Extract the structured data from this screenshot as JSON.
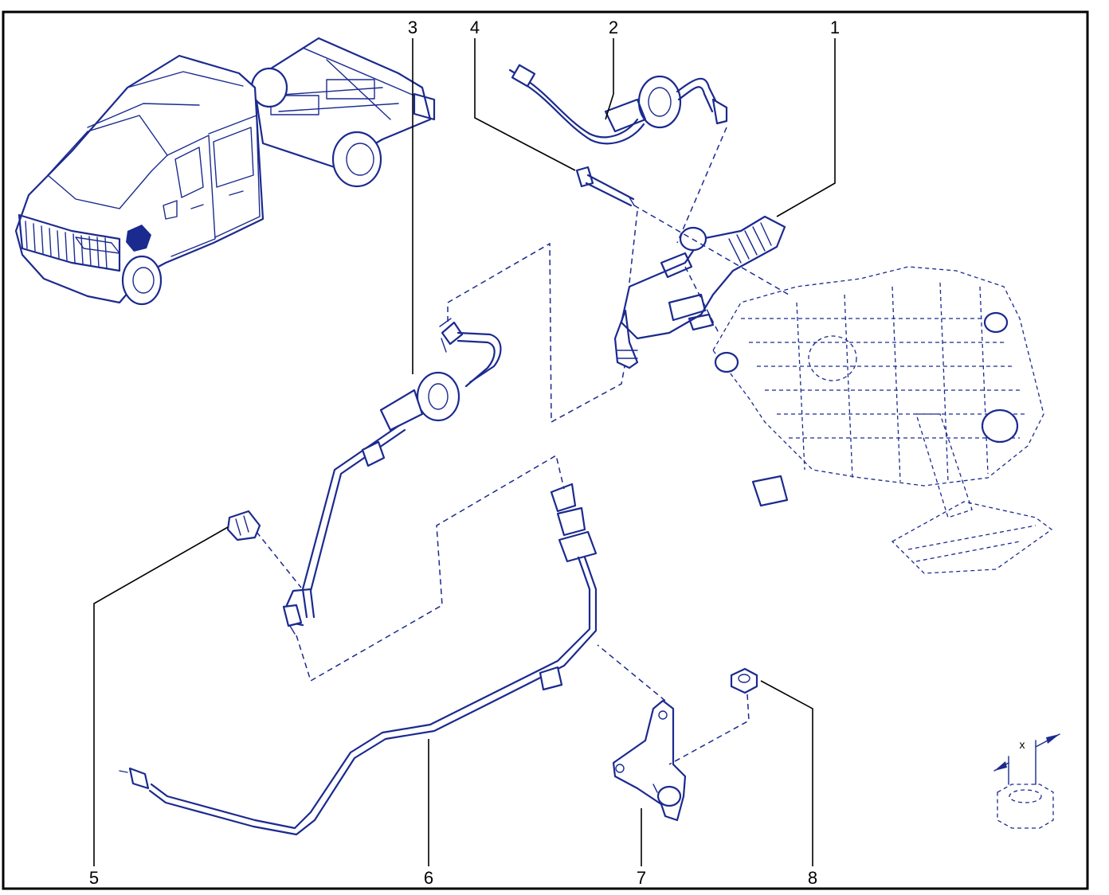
{
  "callouts": [
    {
      "id": "1",
      "text": "1"
    },
    {
      "id": "2",
      "text": "2"
    },
    {
      "id": "3",
      "text": "3"
    },
    {
      "id": "4",
      "text": "4"
    },
    {
      "id": "5",
      "text": "5"
    },
    {
      "id": "6",
      "text": "6"
    },
    {
      "id": "7",
      "text": "7"
    },
    {
      "id": "8",
      "text": "8"
    }
  ],
  "inset": {
    "dimension_label": "x"
  },
  "colors": {
    "line": "#1b2a8f",
    "frame": "#000000",
    "background": "#ffffff"
  }
}
